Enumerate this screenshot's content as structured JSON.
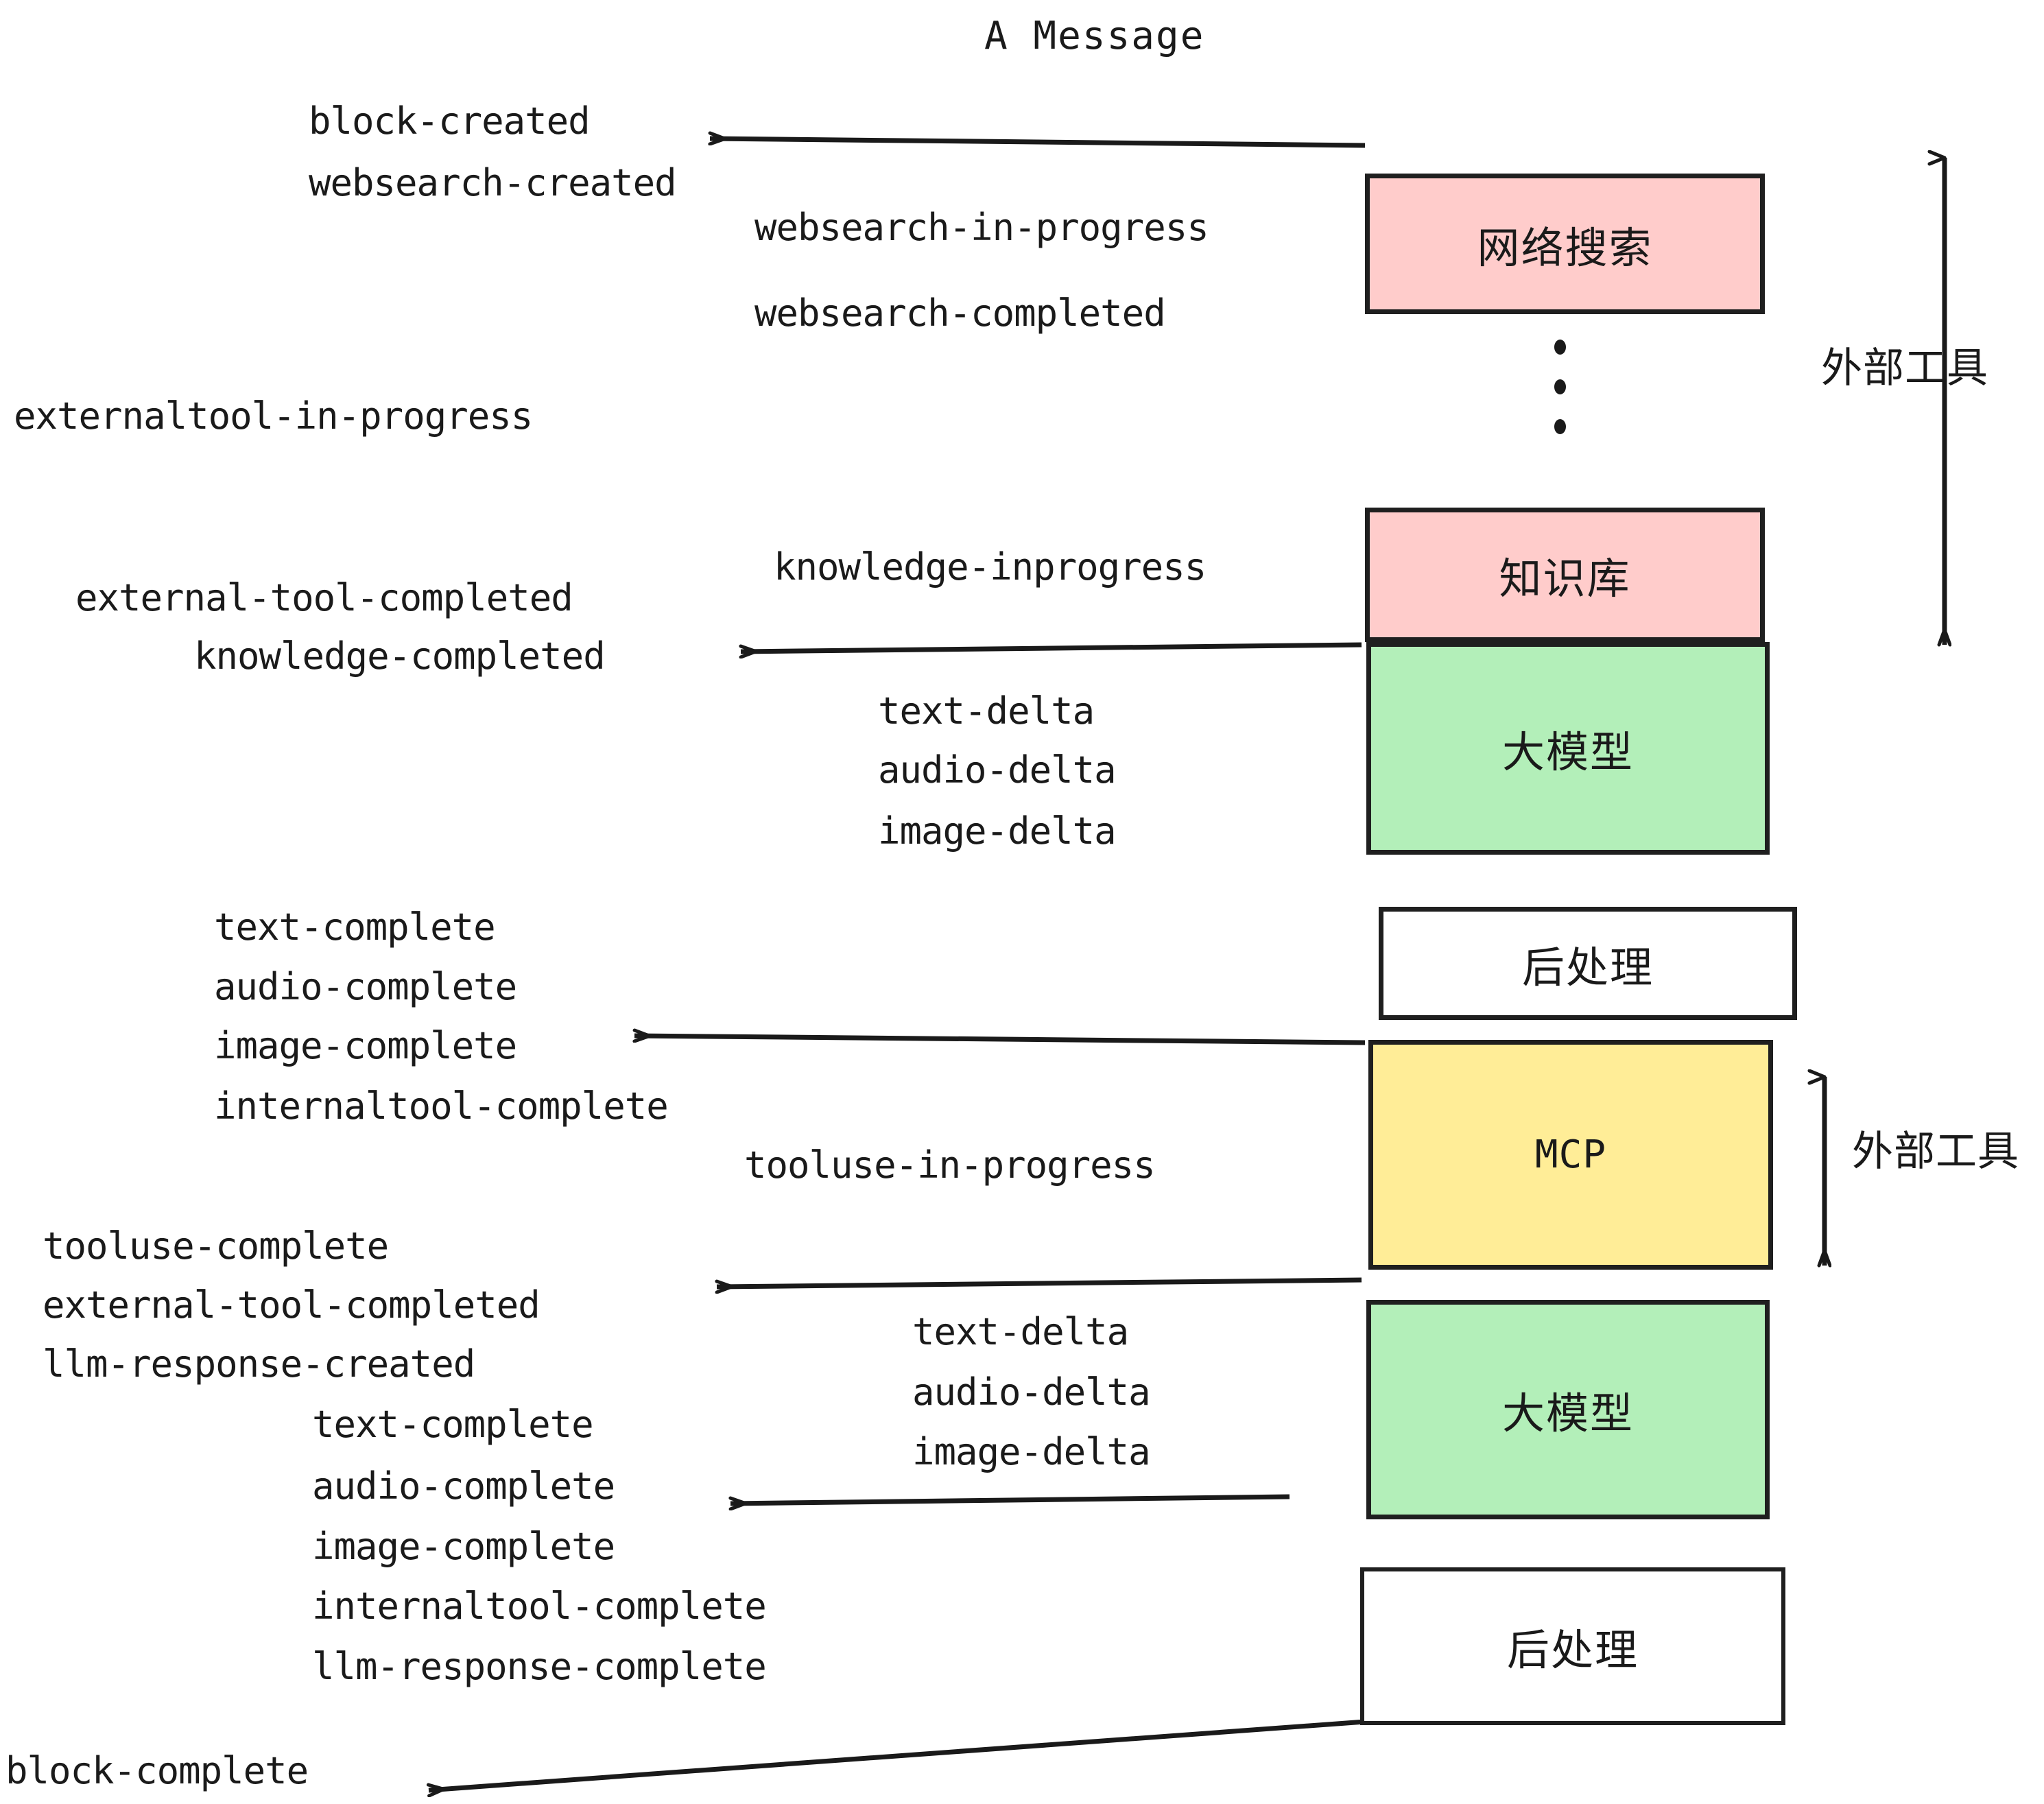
{
  "title": "A Message",
  "colors": {
    "pink": "#FFCCCB",
    "green": "#B3EFB9",
    "yellow": "#FFED97",
    "white": "#FFFFFF",
    "stroke": "#1F1F1F",
    "text": "#1A1A1A",
    "background": "#FFFFFF"
  },
  "nodes": [
    {
      "id": "websearch",
      "label": "网络搜索",
      "fill": "pink",
      "script": "cjk"
    },
    {
      "id": "knowledge",
      "label": "知识库",
      "fill": "pink",
      "script": "cjk"
    },
    {
      "id": "llm-1",
      "label": "大模型",
      "fill": "green",
      "script": "cjk"
    },
    {
      "id": "postproc-1",
      "label": "后处理",
      "fill": "white",
      "script": "cjk"
    },
    {
      "id": "mcp",
      "label": "MCP",
      "fill": "yellow",
      "script": "latin"
    },
    {
      "id": "llm-2",
      "label": "大模型",
      "fill": "green",
      "script": "cjk"
    },
    {
      "id": "postproc-2",
      "label": "后处理",
      "fill": "white",
      "script": "cjk"
    }
  ],
  "side_labels": [
    {
      "id": "external-tool-top",
      "text": "外部工具"
    },
    {
      "id": "external-tool-bottom",
      "text": "外部工具"
    }
  ],
  "events": [
    {
      "id": "block-created",
      "text": "block-created"
    },
    {
      "id": "websearch-created",
      "text": "websearch-created"
    },
    {
      "id": "websearch-in-progress",
      "text": "websearch-in-progress"
    },
    {
      "id": "websearch-completed",
      "text": "websearch-completed"
    },
    {
      "id": "externaltool-in-progress",
      "text": "externaltool-in-progress"
    },
    {
      "id": "knowledge-inprogress",
      "text": "knowledge-inprogress"
    },
    {
      "id": "external-tool-completed-1",
      "text": "external-tool-completed"
    },
    {
      "id": "knowledge-completed",
      "text": "knowledge-completed"
    },
    {
      "id": "text-delta-1",
      "text": "text-delta"
    },
    {
      "id": "audio-delta-1",
      "text": "audio-delta"
    },
    {
      "id": "image-delta-1",
      "text": "image-delta"
    },
    {
      "id": "text-complete-1",
      "text": "text-complete"
    },
    {
      "id": "audio-complete-1",
      "text": "audio-complete"
    },
    {
      "id": "image-complete-1",
      "text": "image-complete"
    },
    {
      "id": "internaltool-complete-1",
      "text": "internaltool-complete"
    },
    {
      "id": "tooluse-in-progress",
      "text": "tooluse-in-progress"
    },
    {
      "id": "tooluse-complete",
      "text": "tooluse-complete"
    },
    {
      "id": "external-tool-completed-2",
      "text": "external-tool-completed"
    },
    {
      "id": "llm-response-created",
      "text": "llm-response-created"
    },
    {
      "id": "text-delta-2",
      "text": "text-delta"
    },
    {
      "id": "audio-delta-2",
      "text": "audio-delta"
    },
    {
      "id": "image-delta-2",
      "text": "image-delta"
    },
    {
      "id": "text-complete-2",
      "text": "text-complete"
    },
    {
      "id": "audio-complete-2",
      "text": "audio-complete"
    },
    {
      "id": "image-complete-2",
      "text": "image-complete"
    },
    {
      "id": "internaltool-complete-2",
      "text": "internaltool-complete"
    },
    {
      "id": "llm-response-complete",
      "text": "llm-response-complete"
    },
    {
      "id": "block-complete",
      "text": "block-complete"
    }
  ]
}
